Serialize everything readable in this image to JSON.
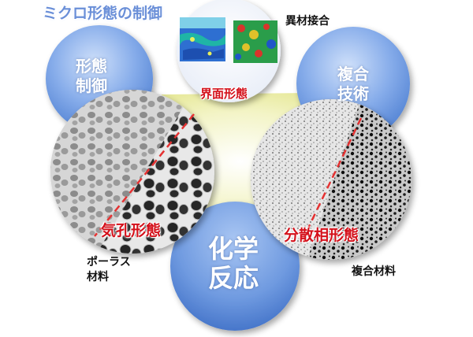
{
  "title": "ミクロ形態の制御",
  "circles": {
    "morphology_control": [
      "形態",
      "制御"
    ],
    "composite_technology": [
      "複合",
      "技術"
    ],
    "chemical_reaction": [
      "化学",
      "反応"
    ]
  },
  "images": {
    "interface": {
      "caption": "界面形態",
      "side_label": "異材接合"
    },
    "pore": {
      "caption": "気孔形態",
      "side_label": [
        "ポーラス",
        "材料"
      ]
    },
    "dispersed": {
      "caption": "分散相形態",
      "side_label": "複合材料"
    }
  },
  "colors": {
    "circle_blue": "#5e8fdc",
    "center_yellow": "#eef0a0",
    "accent_red": "#d4111b",
    "title_blue": "#6a8fd8"
  }
}
